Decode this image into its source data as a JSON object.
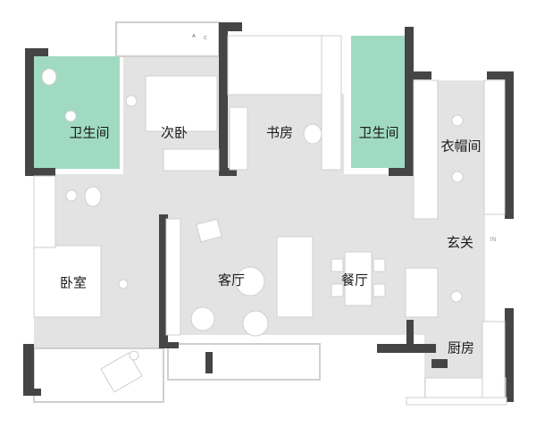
{
  "colors": {
    "floor": "#e3e3e3",
    "wall": "#454545",
    "wet_area": "#8fd3b8",
    "furniture": "#ffffff"
  },
  "rooms": [
    {
      "id": "bathroom-1",
      "label": "卫生间"
    },
    {
      "id": "second-bedroom",
      "label": "次卧"
    },
    {
      "id": "study",
      "label": "书房"
    },
    {
      "id": "bathroom-2",
      "label": "卫生间"
    },
    {
      "id": "cloakroom",
      "label": "衣帽间"
    },
    {
      "id": "entrance",
      "label": "玄关"
    },
    {
      "id": "master-bedroom",
      "label": "卧室"
    },
    {
      "id": "living-room",
      "label": "客厅"
    },
    {
      "id": "dining-room",
      "label": "餐厅"
    },
    {
      "id": "kitchen",
      "label": "厨房"
    }
  ],
  "ac_marks": {
    "a": "A",
    "c": "C"
  },
  "entry_mark": "IN"
}
